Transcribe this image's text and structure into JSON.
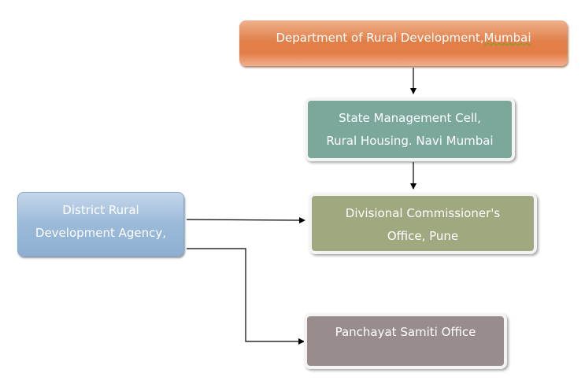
{
  "diagram": {
    "nodes": [
      {
        "id": "dept",
        "lines": [
          "Department of Rural Development,",
          "Mumbai"
        ],
        "color": "#e47c45"
      },
      {
        "id": "smc",
        "lines": [
          "State Management Cell,",
          "Rural Housing. Navi Mumbai"
        ],
        "color": "#7ba89b"
      },
      {
        "id": "dco",
        "lines": [
          "Divisional Commissioner's",
          "Office, Pune"
        ],
        "color": "#a0a880"
      },
      {
        "id": "drda",
        "lines": [
          "District Rural",
          "Development Agency,"
        ],
        "color": "#9bbad9"
      },
      {
        "id": "pso",
        "lines": [
          "Panchayat Samiti Office"
        ],
        "color": "#998c8c"
      }
    ],
    "edges": [
      {
        "from": "dept",
        "to": "smc"
      },
      {
        "from": "smc",
        "to": "dco"
      },
      {
        "from": "drda",
        "to": "dco"
      },
      {
        "from": "drda",
        "to": "pso"
      }
    ]
  }
}
